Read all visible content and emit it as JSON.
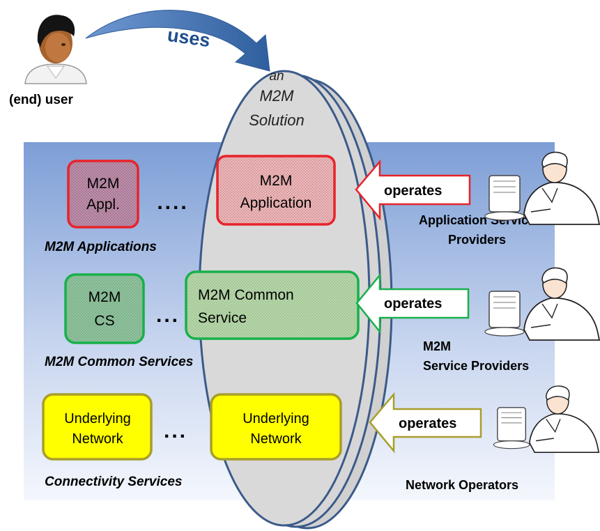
{
  "user_label": "(end) user",
  "uses_label": "uses",
  "solution": {
    "line1": "an",
    "line2": "M2M",
    "line3": "Solution"
  },
  "rows": {
    "applications": {
      "section_label": "M2M Applications",
      "small_box": [
        "M2M",
        "Appl."
      ],
      "big_box": [
        "M2M",
        "Application"
      ],
      "ellipsis": "....",
      "operates_label": "operates",
      "provider_label": [
        "Application Service",
        "Providers"
      ],
      "color": "#e8232a",
      "fill": "#e3a7a9"
    },
    "common_services": {
      "section_label": "M2M Common Services",
      "small_box": [
        "M2M",
        "CS"
      ],
      "big_box": [
        "M2M Common",
        "Service"
      ],
      "ellipsis": "...",
      "operates_label": "operates",
      "provider_label": [
        "M2M",
        "Service Providers"
      ],
      "color": "#18b04a",
      "fill": "#a9cf9f"
    },
    "connectivity": {
      "section_label": "Connectivity Services",
      "small_box": [
        "Underlying",
        "Network"
      ],
      "big_box": [
        "Underlying",
        "Network"
      ],
      "ellipsis": "...",
      "operates_label": "operates",
      "provider_label": [
        "Network Operators"
      ],
      "color": "#a89e2a",
      "fill": "#ffff00"
    }
  },
  "colors": {
    "panel_top": "#7f9fd6",
    "panel_bottom": "#f3f6fc",
    "ellipse_fill": "#d9d9d9",
    "ellipse_stroke": "#3b5a8a",
    "uses_arrow": "#3e6aa6"
  }
}
